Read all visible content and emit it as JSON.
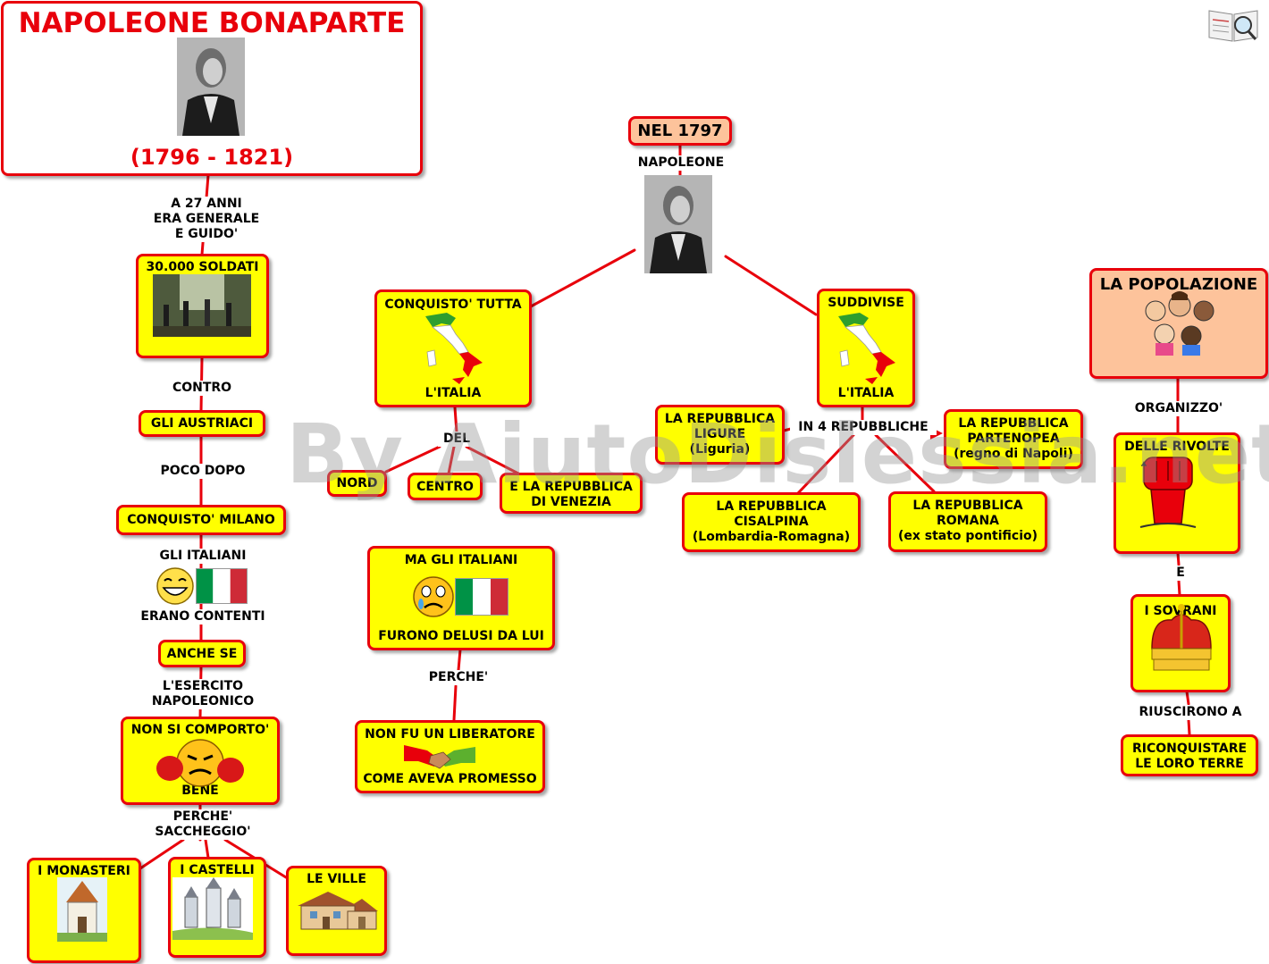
{
  "title": {
    "name": "NAPOLEONE BONAPARTE",
    "years": "(1796 - 1821)"
  },
  "left": {
    "edge1": "A 27 ANNI\nERA GENERALE\nE GUIDO'",
    "soldati": "30.000 SOLDATI",
    "edge2": "CONTRO",
    "austriaci": "GLI AUSTRIACI",
    "edge3": "POCO DOPO",
    "milano": "CONQUISTO' MILANO",
    "edge4a": "GLI ITALIANI",
    "edge4b": "ERANO CONTENTI",
    "anchese": "ANCHE SE",
    "edge5": "L'ESERCITO\nNAPOLEONICO",
    "comporto_top": "NON SI COMPORTO'",
    "comporto_bottom": "BENE",
    "edge6": "PERCHE'\nSACCHEGGIO'",
    "monasteri": "I MONASTERI",
    "castelli": "I CASTELLI",
    "ville": "LE VILLE"
  },
  "center": {
    "nel1797": "NEL 1797",
    "napoleone": "NAPOLEONE",
    "conquisto_top": "CONQUISTO' TUTTA",
    "conquisto_bottom": "L'ITALIA",
    "edge_del": "DEL",
    "nord": "NORD",
    "centro": "CENTRO",
    "venezia": "E LA REPUBBLICA\nDI VENEZIA",
    "delusi_top": "MA GLI ITALIANI",
    "delusi_bottom": "FURONO DELUSI DA LUI",
    "edge_perche": "PERCHE'",
    "liberatore_top": "NON FU UN LIBERATORE",
    "liberatore_bottom": "COME AVEVA PROMESSO",
    "suddivise_top": "SUDDIVISE",
    "suddivise_bottom": "L'ITALIA",
    "edge_rep": "IN 4 REPUBBLICHE",
    "ligure": "LA REPUBBLICA\nLIGURE\n(Liguria)",
    "partenopea": "LA REPUBBLICA\nPARTENOPEA\n(regno di Napoli)",
    "cisalpina": "LA REPUBBLICA\nCISALPINA\n(Lombardia-Romagna)",
    "romana": "LA REPUBBLICA\nROMANA\n(ex stato pontificio)"
  },
  "right": {
    "popolazione": "LA POPOLAZIONE",
    "edge1": "ORGANIZZO'",
    "rivolte": "DELLE RIVOLTE",
    "edge2": "E",
    "sovrani": "I SOVRANI",
    "edge3": "RIUSCIRONO A",
    "riconquistare": "RICONQUISTARE\nLE LORO TERRE"
  },
  "watermark": "By AiutoDislessia.net",
  "colors": {
    "node_fill": "#ffff00",
    "border": "#e8000b",
    "peach": "#fdc39b",
    "title_text": "#e8000b"
  },
  "icons": [
    "napoleon-portrait",
    "soldiers-photo",
    "italy-map",
    "smiley-laughing",
    "smiley-crying",
    "italian-flag",
    "angry-boxer-smiley",
    "monastery",
    "castle",
    "villa",
    "handshake",
    "people-group",
    "raised-fist",
    "crown",
    "book-magnifier-logo"
  ]
}
